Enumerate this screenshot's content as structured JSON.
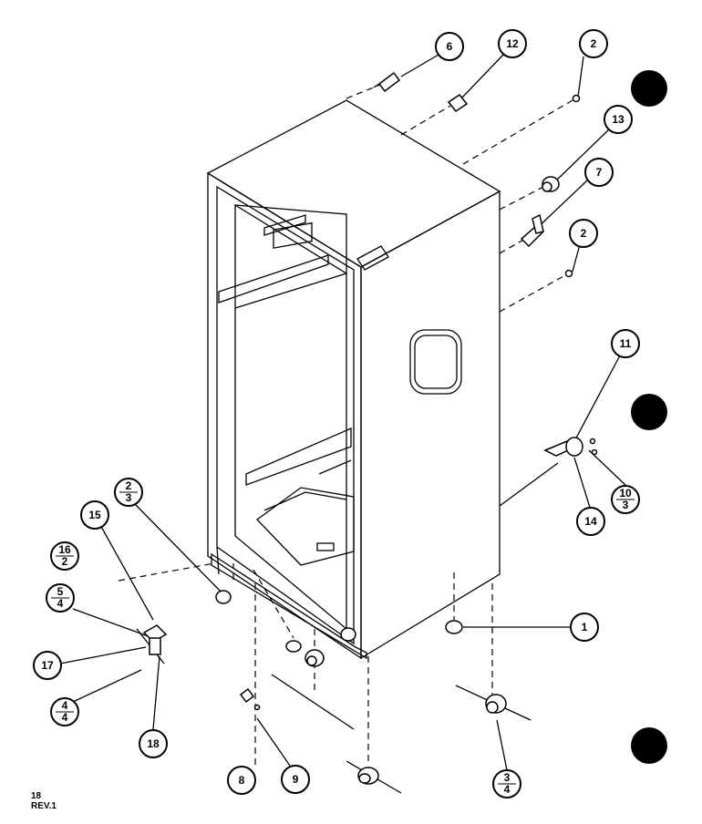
{
  "callouts": [
    {
      "id": "c6",
      "top": "6"
    },
    {
      "id": "c12",
      "top": "12"
    },
    {
      "id": "c2a",
      "top": "2"
    },
    {
      "id": "c13",
      "top": "13"
    },
    {
      "id": "c7",
      "top": "7"
    },
    {
      "id": "c2b",
      "top": "2"
    },
    {
      "id": "c11",
      "top": "11"
    },
    {
      "id": "c10",
      "top": "10",
      "bottom": "3"
    },
    {
      "id": "c14",
      "top": "14"
    },
    {
      "id": "c1",
      "top": "1"
    },
    {
      "id": "c3_4",
      "top": "3",
      "bottom": "4"
    },
    {
      "id": "c2_3",
      "top": "2",
      "bottom": "3"
    },
    {
      "id": "c15",
      "top": "15"
    },
    {
      "id": "c16_2",
      "top": "16",
      "bottom": "2"
    },
    {
      "id": "c5_4",
      "top": "5",
      "bottom": "4"
    },
    {
      "id": "c17",
      "top": "17"
    },
    {
      "id": "c4_4",
      "top": "4",
      "bottom": "4"
    },
    {
      "id": "c18",
      "top": "18"
    },
    {
      "id": "c8",
      "top": "8"
    },
    {
      "id": "c9",
      "top": "9"
    }
  ],
  "footer": {
    "line1": "18",
    "line2": "REV.1"
  }
}
